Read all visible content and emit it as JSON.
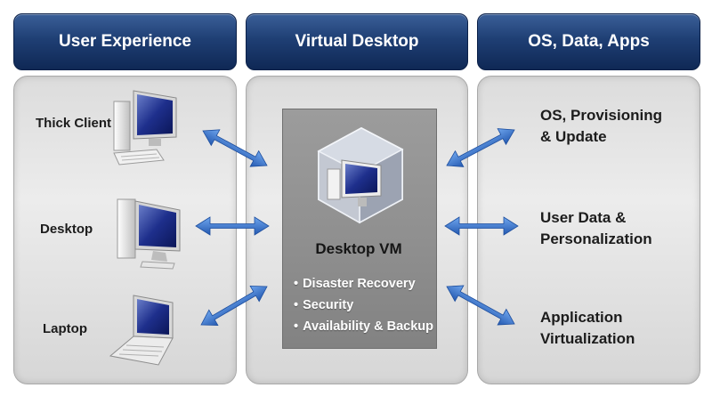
{
  "headers": [
    "User Experience",
    "Virtual Desktop",
    "OS, Data, Apps"
  ],
  "devices": [
    {
      "label": "Thick Client",
      "icon": "thick-client-pc-icon"
    },
    {
      "label": "Desktop",
      "icon": "desktop-pc-icon"
    },
    {
      "label": "Laptop",
      "icon": "laptop-icon"
    }
  ],
  "vm": {
    "title": "Desktop VM",
    "icon": "desktop-vm-cube-icon",
    "features": [
      "Disaster Recovery",
      "Security",
      "Availability & Backup"
    ]
  },
  "services": [
    "OS, Provisioning\n& Update",
    "User Data &\nPersonalization",
    "Application\nVirtualization"
  ],
  "colors": {
    "header": "#1f3f74",
    "arrow": "#3a7ad0",
    "panel": "#e2e2e2",
    "vm_box": "#8e8e8e"
  }
}
